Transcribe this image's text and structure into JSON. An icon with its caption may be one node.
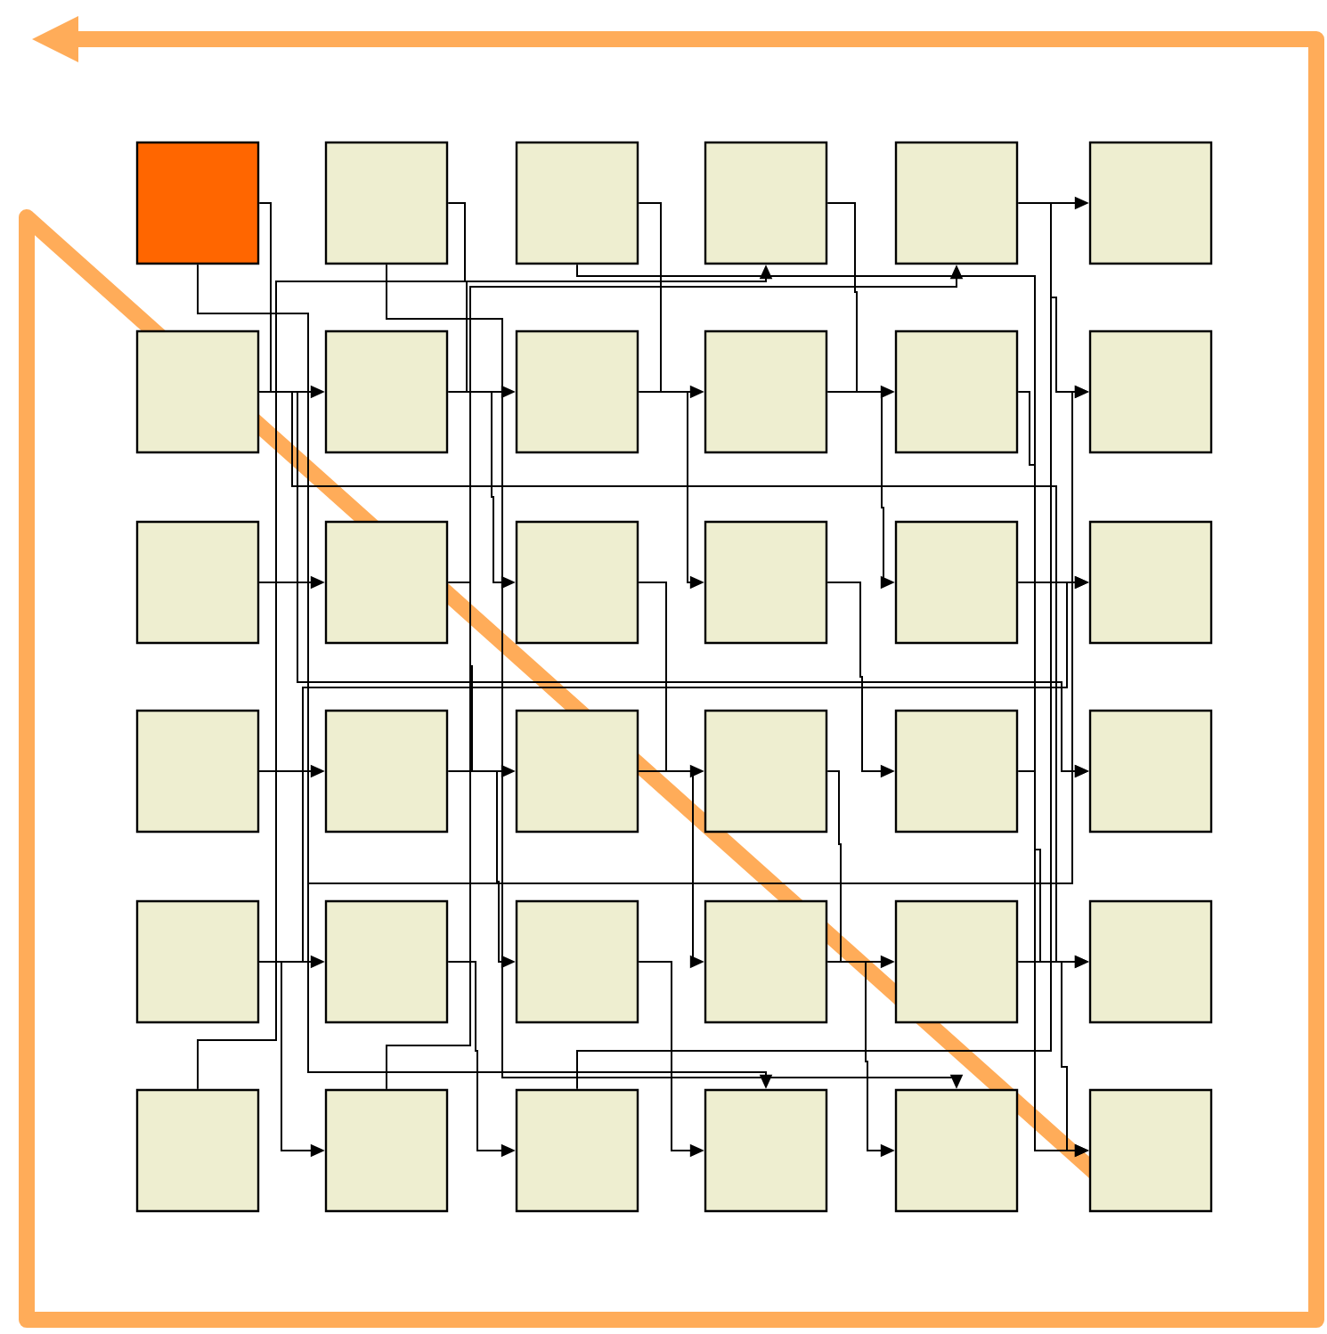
{
  "diagram": {
    "nodes": [
      {
        "text": [],
        "shape": "box"
      },
      {
        "text": [],
        "shape": "box"
      },
      {
        "text": [],
        "shape": "box"
      },
      {
        "text": [],
        "shape": "box"
      },
      {
        "text": [],
        "shape": "box"
      },
      {
        "text": [],
        "shape": "box"
      },
      {
        "text": [],
        "shape": "box"
      },
      {
        "text": [],
        "shape": "box"
      },
      {
        "text": [],
        "shape": "box"
      },
      {
        "text": [],
        "shape": "box"
      },
      {
        "text": [],
        "shape": "box"
      },
      {
        "text": [],
        "shape": "box"
      },
      {
        "text": [],
        "shape": "box"
      },
      {
        "text": [],
        "shape": "box"
      },
      {
        "text": [],
        "shape": "box"
      },
      {
        "text": [],
        "shape": "box"
      },
      {
        "text": [],
        "shape": "box"
      },
      {
        "text": [],
        "shape": "box"
      },
      {
        "text": [],
        "shape": "box"
      },
      {
        "text": [],
        "shape": "box"
      },
      {
        "text": [],
        "shape": "box"
      },
      {
        "text": [],
        "shape": "box"
      },
      {
        "text": [],
        "shape": "box"
      },
      {
        "text": [],
        "shape": "box"
      },
      {
        "text": [],
        "shape": "box"
      },
      {
        "text": [],
        "shape": "box"
      },
      {
        "text": [],
        "shape": "box"
      },
      {
        "text": [],
        "shape": "box"
      },
      {
        "text": [],
        "shape": "box"
      },
      {
        "text": [],
        "shape": "box"
      },
      {
        "text": [],
        "shape": "box"
      },
      {
        "text": [],
        "shape": "box"
      },
      {
        "text": [],
        "shape": "box"
      },
      {
        "text": [],
        "shape": "box"
      },
      {
        "text": [],
        "shape": "box"
      },
      {
        "text": [],
        "shape": "box"
      }
    ],
    "edges": [
      {
        "from": 0,
        "to": 7,
        "arrow": "to"
      },
      {
        "from": 1,
        "to": 8,
        "arrow": "to"
      },
      {
        "from": 2,
        "to": 9,
        "arrow": "to"
      },
      {
        "from": 3,
        "to": 10,
        "arrow": "to"
      },
      {
        "from": 4,
        "to": 11,
        "arrow": "to"
      },
      {
        "from": 6,
        "to": 13,
        "arrow": "to"
      },
      {
        "from": 7,
        "to": 14,
        "arrow": "to"
      },
      {
        "from": 8,
        "to": 15,
        "arrow": "to"
      },
      {
        "from": 9,
        "to": 16,
        "arrow": "to"
      },
      {
        "from": 10,
        "to": 17,
        "arrow": "to"
      },
      {
        "from": 12,
        "to": 19,
        "arrow": "to"
      },
      {
        "from": 13,
        "to": 20,
        "arrow": "to"
      },
      {
        "from": 14,
        "to": 21,
        "arrow": "to"
      },
      {
        "from": 15,
        "to": 22,
        "arrow": "to"
      },
      {
        "from": 16,
        "to": 23,
        "arrow": "to"
      },
      {
        "from": 18,
        "to": 25,
        "arrow": "to"
      },
      {
        "from": 19,
        "to": 26,
        "arrow": "to"
      },
      {
        "from": 20,
        "to": 27,
        "arrow": "to"
      },
      {
        "from": 21,
        "to": 28,
        "arrow": "to"
      },
      {
        "from": 22,
        "to": 29,
        "arrow": "to"
      },
      {
        "from": 24,
        "to": 31,
        "arrow": "to"
      },
      {
        "from": 25,
        "to": 32,
        "arrow": "to"
      },
      {
        "from": 26,
        "to": 33,
        "arrow": "to"
      },
      {
        "from": 27,
        "to": 34,
        "arrow": "to"
      },
      {
        "from": 28,
        "to": 35,
        "arrow": "to"
      },
      {
        "from": 0,
        "to": 33,
        "arrow": "to"
      },
      {
        "from": 1,
        "to": 34,
        "arrow": "to"
      },
      {
        "from": 2,
        "to": 35,
        "arrow": "to"
      },
      {
        "from": 30,
        "to": 3,
        "arrow": "to"
      },
      {
        "from": 31,
        "to": 4,
        "arrow": "to"
      },
      {
        "from": 32,
        "to": 5,
        "arrow": "to"
      },
      {
        "from": 6,
        "to": 29,
        "arrow": "to"
      },
      {
        "from": 12,
        "to": 23,
        "arrow": "to"
      },
      {
        "from": 18,
        "to": 17,
        "arrow": "to"
      },
      {
        "from": 24,
        "to": 11,
        "arrow": "to"
      }
    ]
  }
}
